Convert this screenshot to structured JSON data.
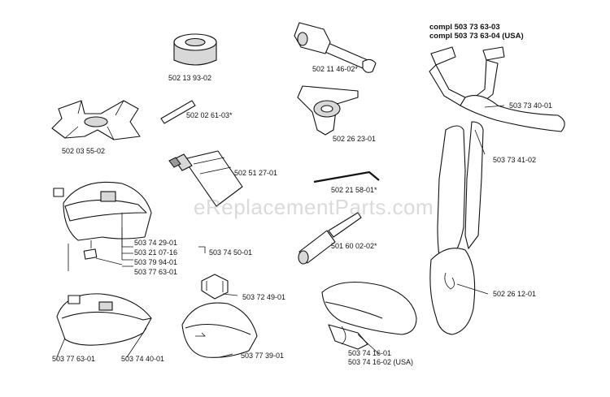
{
  "watermark": "eReplacementParts.com",
  "assembly": {
    "header_line1": "compl 503 73 63-03",
    "header_line2": "compl 503 73 63-04 (USA)"
  },
  "labels": {
    "p_502_13_93_02": "502 13 93-02",
    "p_502_11_46_02": "502 11 46-02*",
    "p_502_02_61_03": "502 02 61-03*",
    "p_502_03_55_02": "502 03 55-02",
    "p_502_26_23_01": "502 26 23-01",
    "p_502_51_27_01": "502 51 27-01",
    "p_502_21_58_01": "502 21 58-01*",
    "p_501_60_02_02": "501 60 02-02*",
    "p_503_74_29_01": "503 74 29-01",
    "p_503_21_07_16": "503 21 07-16",
    "p_503_79_94_01": "503 79 94-01",
    "p_503_77_63_01_a": "503 77 63-01",
    "p_503_74_50_01": "503 74 50-01",
    "p_503_72_49_01": "503 72 49-01",
    "p_503_77_63_01_b": "503 77 63-01",
    "p_503_74_40_01_b": "503 74 40-01",
    "p_503_77_39_01": "503 77 39-01",
    "p_503_74_16_01": "503 74 16-01",
    "p_503_74_16_02": "503 74 16-02 (USA)",
    "p_503_73_40_01": "503 73 40-01",
    "p_503_73_41_02": "503 73 41-02",
    "p_502_26_12_01": "502 26 12-01"
  },
  "colors": {
    "line": "#111111",
    "shade": "#d8d8d8",
    "watermark": "#969696"
  }
}
